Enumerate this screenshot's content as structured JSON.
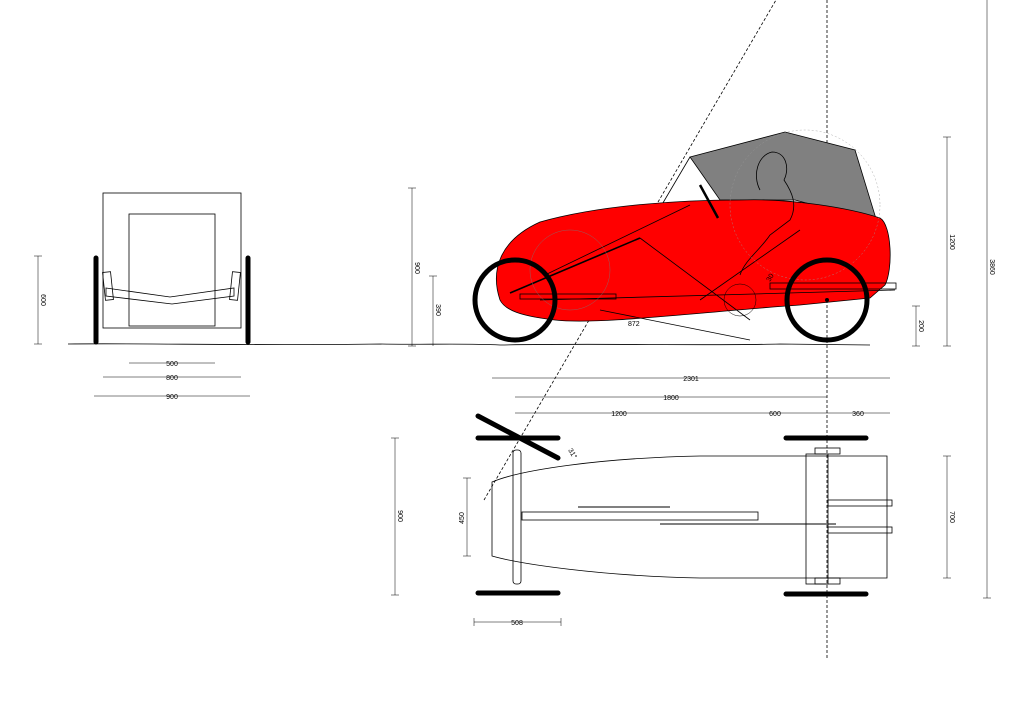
{
  "drawing": {
    "body_color": "#ff0000",
    "canopy_color": "#808080",
    "front_view_dimensions": {
      "track_inner": "500",
      "track_mid": "800",
      "track_outer": "900",
      "height": "600"
    },
    "side_view_dimensions": {
      "body_height": "900",
      "seat_height": "390",
      "ground_clearance": "200",
      "total_height": "1200",
      "overall_height": "3860",
      "crank_length": "872",
      "seat_angle": "30",
      "overall_length": "2301",
      "wheelbase": "1800",
      "front_to_crank": "1200",
      "crank_to_rear": "600",
      "rear_overhang": "360"
    },
    "top_view_dimensions": {
      "front_track": "900",
      "body_width_front": "450",
      "rear_width": "700",
      "wheel_diameter": "508",
      "steering_angle": "31°"
    }
  }
}
